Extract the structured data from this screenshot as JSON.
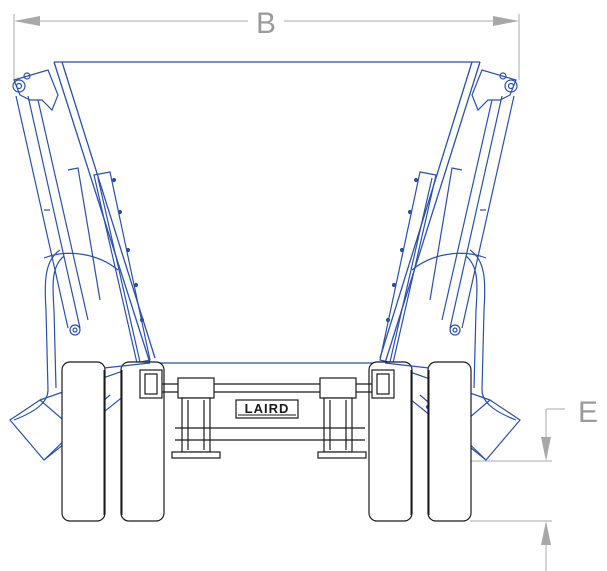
{
  "dimensions": {
    "width_label": "B",
    "height_label": "E"
  },
  "logo": {
    "text": "LAIRD"
  },
  "colors": {
    "body_line": "#2b50a8",
    "dimension_line": "#a8a8a8",
    "dark_parts": "#1a1a1a"
  }
}
